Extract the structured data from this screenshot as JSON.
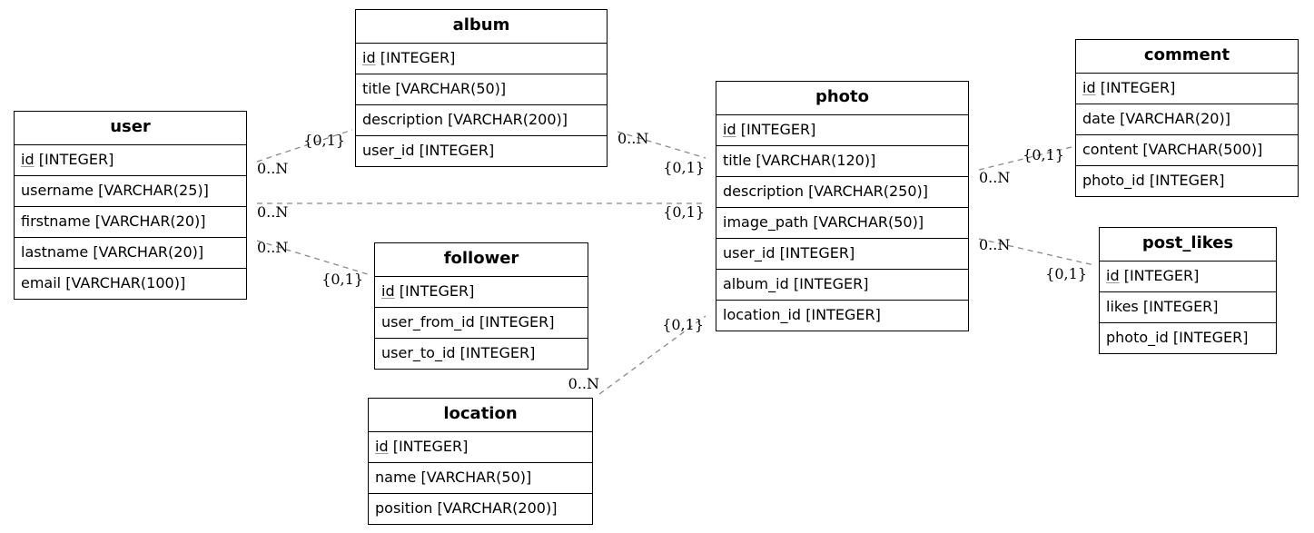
{
  "entities": {
    "user": {
      "name": "user",
      "fields": [
        {
          "name": "id",
          "type": "[INTEGER]",
          "pk": true
        },
        {
          "name": "username",
          "type": "[VARCHAR(25)]"
        },
        {
          "name": "firstname",
          "type": "[VARCHAR(20)]"
        },
        {
          "name": "lastname",
          "type": "[VARCHAR(20)]"
        },
        {
          "name": "email",
          "type": "[VARCHAR(100)]"
        }
      ]
    },
    "album": {
      "name": "album",
      "fields": [
        {
          "name": "id",
          "type": "[INTEGER]",
          "pk": true
        },
        {
          "name": "title",
          "type": "[VARCHAR(50)]"
        },
        {
          "name": "description",
          "type": "[VARCHAR(200)]"
        },
        {
          "name": "user_id",
          "type": "[INTEGER]"
        }
      ]
    },
    "follower": {
      "name": "follower",
      "fields": [
        {
          "name": "id",
          "type": "[INTEGER]",
          "pk": true
        },
        {
          "name": "user_from_id",
          "type": "[INTEGER]"
        },
        {
          "name": "user_to_id",
          "type": "[INTEGER]"
        }
      ]
    },
    "location": {
      "name": "location",
      "fields": [
        {
          "name": "id",
          "type": "[INTEGER]",
          "pk": true
        },
        {
          "name": "name",
          "type": "[VARCHAR(50)]"
        },
        {
          "name": "position",
          "type": "[VARCHAR(200)]"
        }
      ]
    },
    "photo": {
      "name": "photo",
      "fields": [
        {
          "name": "id",
          "type": "[INTEGER]",
          "pk": true
        },
        {
          "name": "title",
          "type": "[VARCHAR(120)]"
        },
        {
          "name": "description",
          "type": "[VARCHAR(250)]"
        },
        {
          "name": "image_path",
          "type": "[VARCHAR(50)]"
        },
        {
          "name": "user_id",
          "type": "[INTEGER]"
        },
        {
          "name": "album_id",
          "type": "[INTEGER]"
        },
        {
          "name": "location_id",
          "type": "[INTEGER]"
        }
      ]
    },
    "comment": {
      "name": "comment",
      "fields": [
        {
          "name": "id",
          "type": "[INTEGER]",
          "pk": true
        },
        {
          "name": "date",
          "type": "[VARCHAR(20)]"
        },
        {
          "name": "content",
          "type": "[VARCHAR(500)]"
        },
        {
          "name": "photo_id",
          "type": "[INTEGER]"
        }
      ]
    },
    "post_likes": {
      "name": "post_likes",
      "fields": [
        {
          "name": "id",
          "type": "[INTEGER]",
          "pk": true
        },
        {
          "name": "likes",
          "type": "[INTEGER]"
        },
        {
          "name": "photo_id",
          "type": "[INTEGER]"
        }
      ]
    }
  },
  "relationships": [
    {
      "from": "user",
      "to": "album",
      "from_card": "0..N",
      "to_card": "{0,1}"
    },
    {
      "from": "user",
      "to": "photo",
      "from_card": "0..N",
      "to_card": "{0,1}"
    },
    {
      "from": "user",
      "to": "follower",
      "from_card": "0..N",
      "to_card": "{0,1}"
    },
    {
      "from": "album",
      "to": "photo",
      "from_card": "0..N",
      "to_card": "{0,1}"
    },
    {
      "from": "location",
      "to": "photo",
      "from_card": "0..N",
      "to_card": "{0,1}"
    },
    {
      "from": "photo",
      "to": "comment",
      "from_card": "0..N",
      "to_card": "{0,1}"
    },
    {
      "from": "photo",
      "to": "post_likes",
      "from_card": "0..N",
      "to_card": "{0,1}"
    }
  ]
}
